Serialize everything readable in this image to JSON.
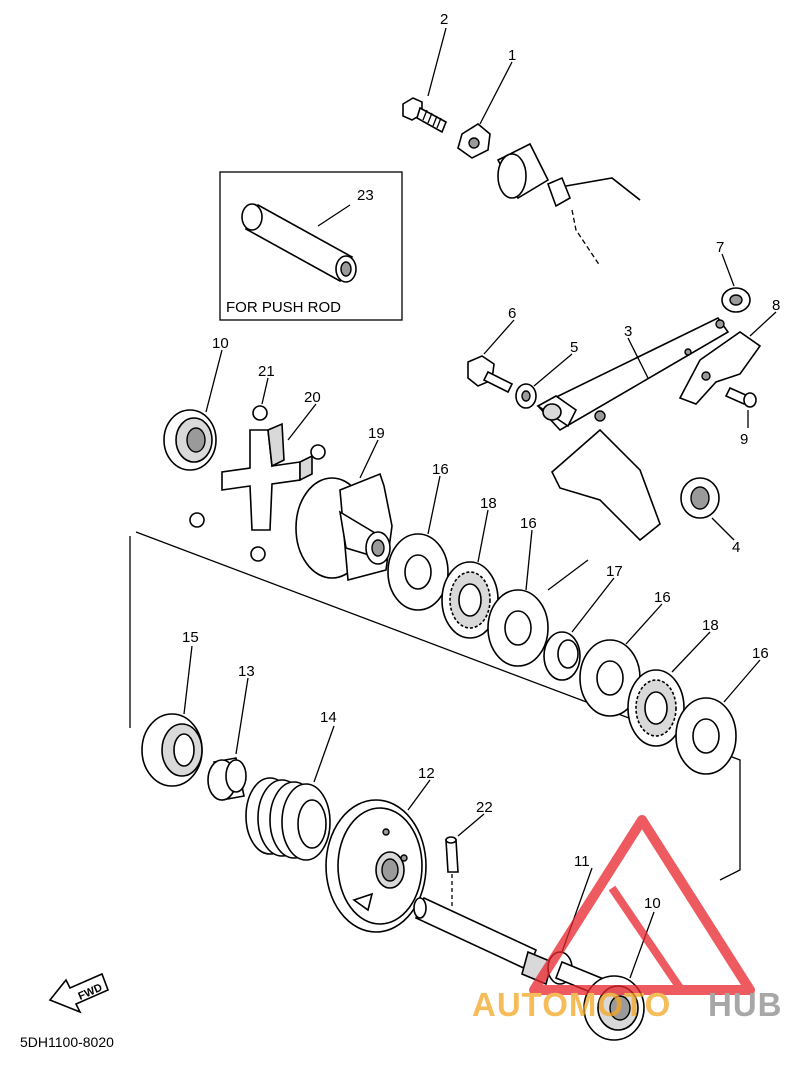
{
  "diagram": {
    "inset_caption": "FOR PUSH ROD",
    "part_code": "5DH1100-8020",
    "fwd_label": "FWD",
    "watermark": "AUTOMOTOHUB",
    "watermark_colors": {
      "accent": "#f5a623",
      "dark": "#8a8a8a",
      "triangle": "#e8242b"
    },
    "callouts": [
      "1",
      "2",
      "3",
      "4",
      "5",
      "6",
      "7",
      "8",
      "9",
      "10",
      "10",
      "11",
      "12",
      "13",
      "14",
      "15",
      "16",
      "16",
      "16",
      "16",
      "17",
      "18",
      "18",
      "19",
      "20",
      "21",
      "22",
      "23"
    ]
  }
}
